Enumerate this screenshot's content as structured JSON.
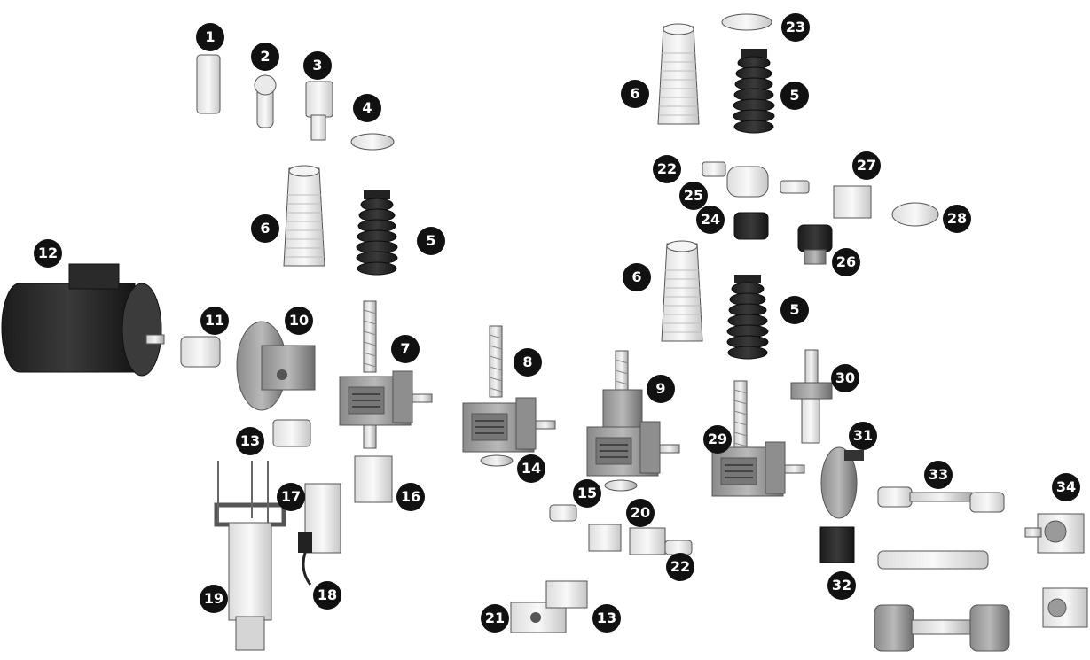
{
  "callouts": [
    "1",
    "2",
    "3",
    "4",
    "5",
    "5",
    "5",
    "6",
    "6",
    "6",
    "7",
    "8",
    "9",
    "10",
    "11",
    "12",
    "13",
    "13",
    "14",
    "15",
    "16",
    "17",
    "18",
    "19",
    "20",
    "21",
    "22",
    "22",
    "23",
    "24",
    "25",
    "26",
    "27",
    "28",
    "29",
    "30",
    "31",
    "32",
    "33",
    "34"
  ]
}
